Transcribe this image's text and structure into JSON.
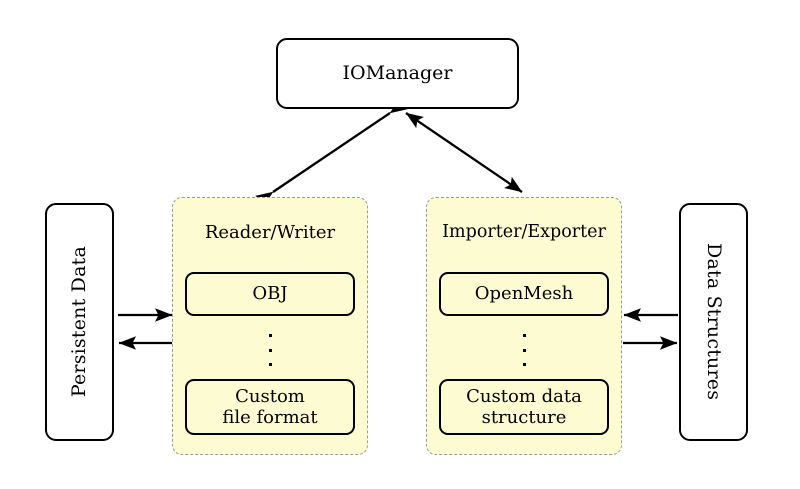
{
  "diagram": {
    "title_node": {
      "label": "IOManager",
      "name": "io-manager"
    },
    "side_nodes": [
      {
        "name": "persistent-data",
        "label": "Persistent Data",
        "orientation": "rotated-ccw"
      },
      {
        "name": "data-structures",
        "label": "Data Structures",
        "orientation": "rotated-cw"
      }
    ],
    "groups": [
      {
        "name": "reader-writer",
        "title": "Reader/Writer",
        "items": [
          {
            "label": "OBJ"
          },
          {
            "label": "Custom\nfile format",
            "line1": "Custom",
            "line2": "file format"
          }
        ],
        "ellipsis": "⋮"
      },
      {
        "name": "importer-exporter",
        "title": "Importer/Exporter",
        "items": [
          {
            "label": "OpenMesh"
          },
          {
            "label": "Custom data\nstructure",
            "line1": "Custom data",
            "line2": "structure"
          }
        ],
        "ellipsis": "⋮"
      }
    ],
    "connections": [
      {
        "name": "iomanager-to-reader-writer",
        "from": "IOManager",
        "to": "Reader/Writer",
        "style": "double-headed"
      },
      {
        "name": "iomanager-to-importer-exporter",
        "from": "IOManager",
        "to": "Importer/Exporter",
        "style": "double-headed"
      },
      {
        "name": "persistent-data-to-reader-writer",
        "from": "Persistent Data",
        "to": "Reader/Writer",
        "style": "single-headed"
      },
      {
        "name": "reader-writer-to-persistent-data",
        "from": "Reader/Writer",
        "to": "Persistent Data",
        "style": "single-headed"
      },
      {
        "name": "data-structures-to-importer-exporter",
        "from": "Data Structures",
        "to": "Importer/Exporter",
        "style": "single-headed"
      },
      {
        "name": "importer-exporter-to-data-structures",
        "from": "Importer/Exporter",
        "to": "Data Structures",
        "style": "single-headed"
      }
    ],
    "colors": {
      "group_fill": "#fcfbd2",
      "group_border": "#9b9b9b",
      "node_border": "#000000",
      "background": "#ffffff",
      "text": "#000000"
    }
  }
}
